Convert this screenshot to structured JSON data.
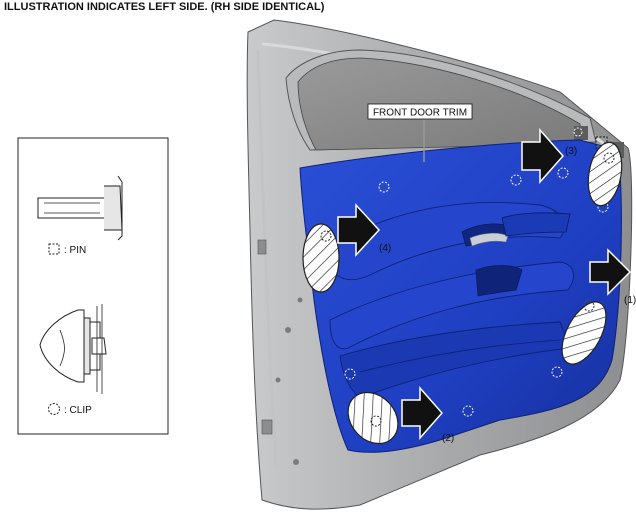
{
  "header": {
    "title": "ILLUSTRATION INDICATES LEFT SIDE. (RH SIDE IDENTICAL)"
  },
  "callout": {
    "label": "FRONT DOOR TRIM"
  },
  "legend": {
    "pin_label": ": PIN",
    "clip_label": ": CLIP"
  },
  "arrows": [
    {
      "label": "(1)"
    },
    {
      "label": "(2)"
    },
    {
      "label": "(3)"
    },
    {
      "label": "(4)"
    }
  ],
  "colors": {
    "trim_blue": "#1f3fc2",
    "trim_dark": "#152c8e",
    "door_gray": "#a7a8aa",
    "glass": "#8a8a8a"
  }
}
